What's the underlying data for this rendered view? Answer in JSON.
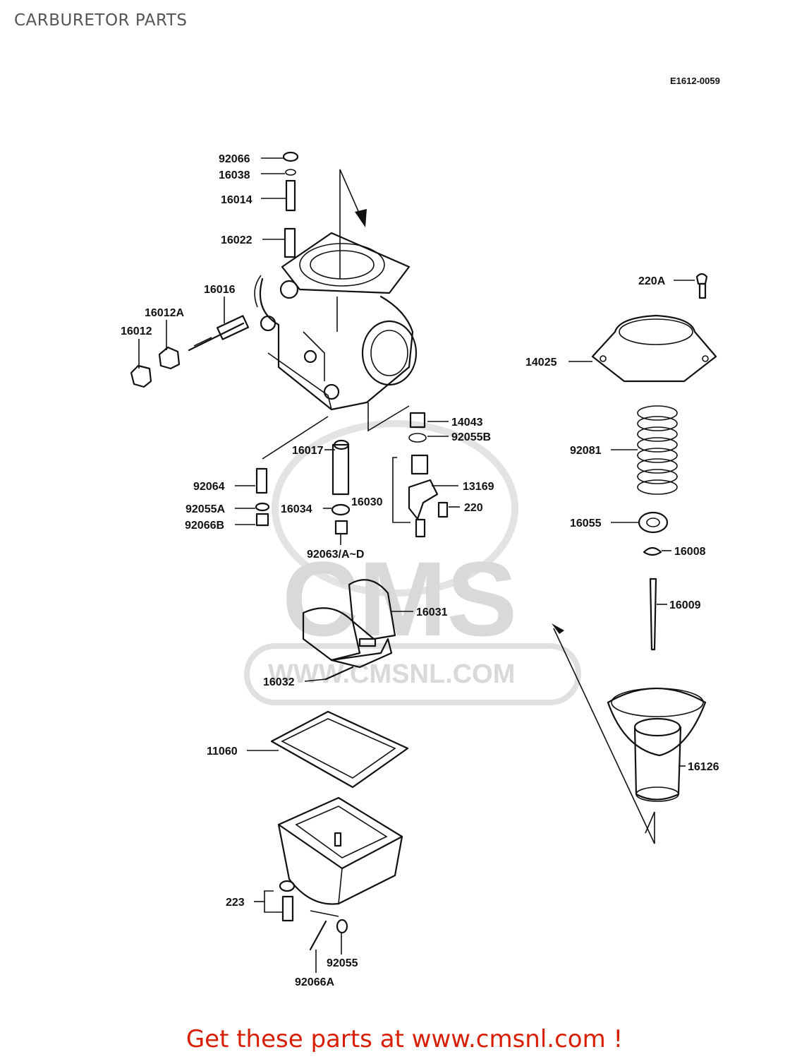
{
  "header": {
    "title": "CARBURETOR PARTS"
  },
  "diagram": {
    "figure_code": "E1612-0059",
    "watermark": {
      "logo_text": "CMS",
      "url_text": "WWW.CMSNL.COM"
    },
    "callouts": [
      "92066",
      "16038",
      "16014",
      "16022",
      "16016",
      "16012A",
      "16012",
      "14043",
      "92055B",
      "16017",
      "92064",
      "13169",
      "16030",
      "92055A",
      "16034",
      "220",
      "92066B",
      "92063/A~D",
      "16031",
      "16032",
      "11060",
      "223",
      "92055",
      "92066A",
      "220A",
      "14025",
      "92081",
      "16055",
      "16008",
      "16009",
      "16126"
    ]
  },
  "footer": {
    "cta": "Get these parts at www.cmsnl.com !",
    "cta_color": "#d81e05"
  }
}
